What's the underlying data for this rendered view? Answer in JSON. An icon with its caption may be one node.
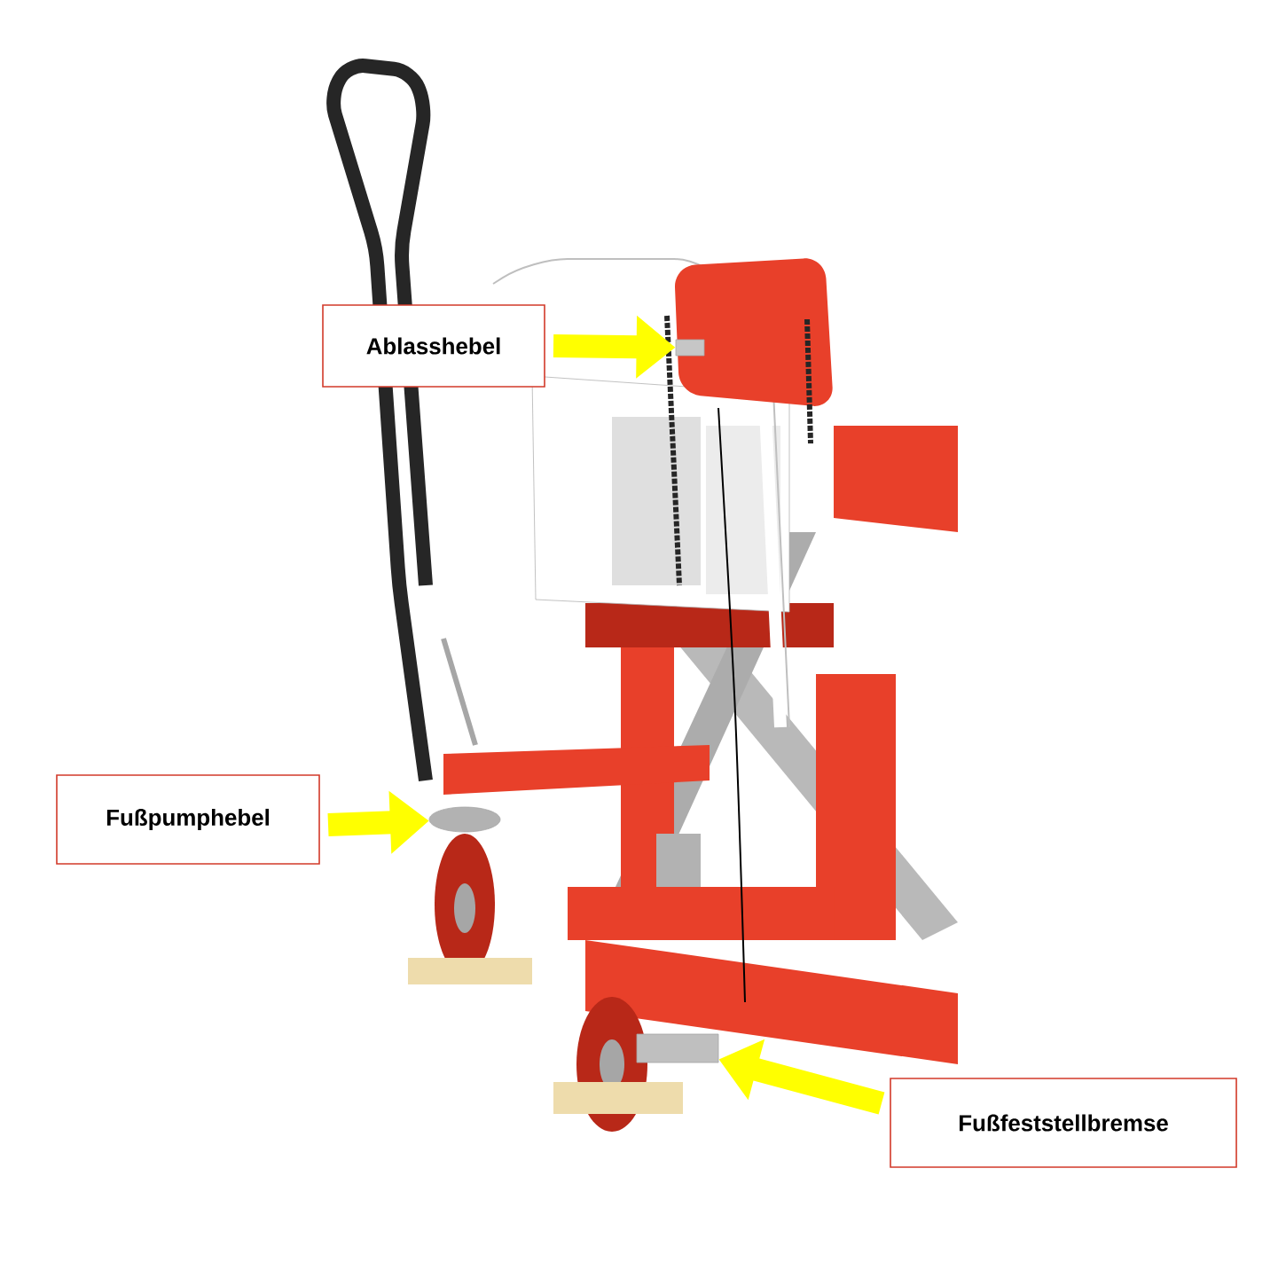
{
  "diagram": {
    "nodes": [
      {
        "text": [
          "Ablasshebel"
        ]
      },
      {
        "text": [
          "Fußpumphebel"
        ]
      },
      {
        "text": [
          "Fußfeststellbremse"
        ]
      },
      {
        "text": [],
        "shape": "box"
      },
      {
        "text": [],
        "shape": "ellipse"
      },
      {
        "text": [],
        "shape": "box"
      }
    ],
    "edges": [
      {
        "from": 0,
        "to": 3,
        "arrow": "to"
      },
      {
        "from": 1,
        "to": 4,
        "arrow": "to"
      },
      {
        "from": 2,
        "to": 5,
        "arrow": "to"
      }
    ]
  }
}
